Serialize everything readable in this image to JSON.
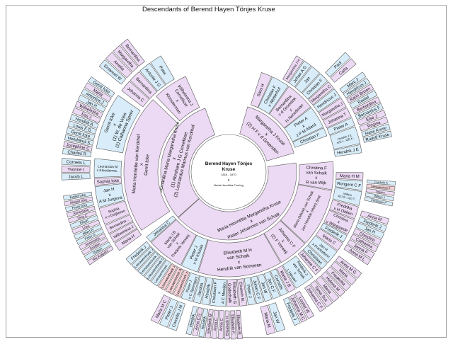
{
  "title": "Descendants of Berend Hayen Tönjes Kruse",
  "center": {
    "name_lines": [
      "Berend Hayen Tönjes",
      "Kruse"
    ],
    "dates": "1816 - 1870",
    "x": "x",
    "spouse": "Maria Hendrika Fooring"
  },
  "colors": {
    "f": "#ecd9f3",
    "m": "#d8edf9",
    "r": "#f6d3d9"
  },
  "groups": [
    {
      "id": "g1_left",
      "generation": 1,
      "persons": [
        {
          "lines": [
            "Bernardina Maria Margaretha Kruse",
            "x",
            "(1) Abraham J G Cornelisse",
            "(2) Leonardus Marinus van Kerckhof"
          ],
          "sex": "f"
        }
      ]
    },
    {
      "id": "g1_tr",
      "generation": 1,
      "persons": [
        {
          "lines": [
            "Margaretha J Kruse",
            "x",
            "(2) H F v d Groenden"
          ],
          "sex": "f"
        }
      ]
    },
    {
      "id": "g1_bottom",
      "generation": 1,
      "persons": [
        {
          "lines": [
            "Maria Henriëtta Margaretha Kruse",
            "x",
            "Pieter Johannes van Schaik"
          ],
          "sex": "f"
        }
      ]
    },
    {
      "id": "g2_left",
      "generation": 2,
      "persons": [
        {
          "lines": [
            "Maria Henriette van Kerckhof",
            "x",
            "Gerrit Icke"
          ],
          "sex": "f"
        }
      ]
    },
    {
      "id": "g2_tl",
      "generation": 2,
      "persons": [
        {
          "lines": [
            "Wilhelmina J",
            "Cornelisse",
            "x",
            "Kloosterman"
          ],
          "sex": "f"
        }
      ]
    },
    {
      "id": "g2_tr",
      "generation": 2,
      "persons": [
        {
          "lines": [
            "Sara H"
          ],
          "sex": "f"
        },
        {
          "lines": [
            "Christian F",
            "x Wetterhof"
          ],
          "sex": "m"
        },
        {
          "lines": [
            "Bernardina",
            "v d Groenink",
            "x",
            "H Noordman"
          ],
          "sex": "f"
        },
        {
          "lines": [
            "Pieter A",
            "x",
            "J P M Allard"
          ],
          "sex": "m"
        },
        {
          "lines": [
            "Christian F"
          ],
          "sex": "m"
        }
      ]
    },
    {
      "id": "g2_right",
      "generation": 2,
      "persons": [
        {
          "lines": [
            "Christina F",
            "van Schaik",
            "x",
            "R van Wijk"
          ],
          "sex": "f"
        },
        {
          "lines": [
            "Maria (Marie) van Schaik",
            "x",
            "Jan Hendrik (Hein) Smit"
          ],
          "sex": "f"
        },
        {
          "lines": [
            "Johanna C F",
            "x",
            "(2) F Verweij"
          ],
          "sex": "f"
        },
        {
          "lines": [
            "Elisabeth M H",
            "van Schaik",
            "x",
            "Hendrik van Someren"
          ],
          "sex": "f"
        },
        {
          "lines": [
            "Pieter J",
            "x M Kruisin"
          ],
          "sex": "m"
        },
        {
          "lines": [
            "Maria J B",
            "van Schaik",
            "x",
            "Frederik Verweij"
          ],
          "sex": "f"
        },
        {
          "lines": [
            "Johanna C"
          ],
          "sex": "m"
        }
      ]
    },
    {
      "id": "g3_tr",
      "generation": 3,
      "persons": [
        {
          "lines": [
            "Margaretha J H"
          ],
          "sex": "f"
        },
        {
          "lines": [
            "Johan A G"
          ],
          "sex": "m"
        },
        {
          "lines": [
            "Jan"
          ],
          "sex": "m"
        },
        {
          "lines": [
            "Christian F"
          ],
          "sex": "m"
        },
        {
          "lines": [
            "Margaretha C"
          ],
          "sex": "f"
        },
        {
          "lines": [
            "Hendricus J"
          ],
          "sex": "m"
        },
        {
          "lines": [
            "Margaretha J"
          ],
          "sex": "f"
        },
        {
          "lines": [
            "Johanna T"
          ],
          "sex": "f"
        },
        {
          "lines": [
            "Pieter A"
          ],
          "sex": "m"
        },
        {
          "lines": [
            "Hendrik J E",
            "x(1) v.. x(2) K.."
          ],
          "sex": "m"
        },
        {
          "lines": [
            "Hendrik J E"
          ],
          "sex": "m"
        }
      ]
    },
    {
      "id": "g3_right",
      "generation": 3,
      "persons": [
        {
          "lines": [
            "Maria H M"
          ],
          "sex": "f"
        },
        {
          "lines": [
            "Rongent C F"
          ],
          "sex": "m"
        },
        {
          "lines": [
            "Willem",
            "x(1) B.. x(2) T.."
          ],
          "sex": "m"
        },
        {
          "lines": [
            "Fredrika",
            "x H Okken"
          ],
          "sex": "f"
        },
        {
          "lines": [
            "Christina",
            "x",
            "v Wijngaarde"
          ],
          "sex": "f"
        },
        {
          "lines": [
            "Frederik J"
          ],
          "sex": "m"
        },
        {
          "lines": [
            "Maria C"
          ],
          "sex": "f"
        },
        {
          "lines": [
            "Jan H",
            "x Frankefoort"
          ],
          "sex": "m"
        },
        {
          "lines": [
            "Christiaan"
          ],
          "sex": "m"
        },
        {
          "lines": [
            "Johanna C F"
          ],
          "sex": "f"
        }
      ]
    },
    {
      "id": "g3_bottom",
      "generation": 3,
      "persons": [
        {
          "lines": [
            "Frederik J",
            "van Schaik",
            "x",
            "L Hersen"
          ],
          "sex": "m"
        },
        {
          "lines": [
            "Maria J B"
          ],
          "sex": "f"
        },
        {
          "lines": [
            "Cornelis"
          ],
          "sex": "m"
        },
        {
          "lines": [
            "Jan C F"
          ],
          "sex": "m"
        },
        {
          "lines": [
            "Jan W"
          ],
          "sex": "m"
        },
        {
          "lines": [
            "Johan C F"
          ],
          "sex": "m"
        },
        {
          "lines": [
            "Peter J"
          ],
          "sex": "m"
        },
        {
          "lines": [
            "Elisabeth M.."
          ],
          "sex": "f"
        },
        {
          "lines": [
            "Elisabeth G",
            "Godschalk"
          ],
          "sex": "f"
        },
        {
          "lines": [
            "Christiaan F",
            "x",
            "A C Mooijen"
          ],
          "sex": "m"
        },
        {
          "lines": [
            "Hendrik"
          ],
          "sex": "m"
        },
        {
          "lines": [
            "Jacoba"
          ],
          "sex": "m"
        },
        {
          "lines": [
            "Pieter J",
            "x C Sprengers"
          ],
          "sex": "m"
        },
        {
          "lines": [
            "Leeuwenhoek x"
          ],
          "sex": "r"
        },
        {
          "lines": [
            "Leeuwenhoek A"
          ],
          "sex": "r"
        },
        {
          "lines": [
            "Leeuwenhoek x"
          ],
          "sex": "r"
        },
        {
          "lines": [
            "Leeuwenhoek .."
          ],
          "sex": "m"
        },
        {
          "lines": [
            "Leeuwenhoek C"
          ],
          "sex": "m"
        },
        {
          "lines": [
            "Leeuwenhoek J"
          ],
          "sex": "m"
        },
        {
          "lines": [
            "Leeuwenhoek J"
          ],
          "sex": "m"
        },
        {
          "lines": [
            "Frederik J"
          ],
          "sex": "m"
        }
      ]
    },
    {
      "id": "g3_left",
      "generation": 3,
      "persons": [
        {
          "lines": [
            "Maria H"
          ],
          "sex": "f"
        },
        {
          "lines": [
            "Wilhelmina J"
          ],
          "sex": "f"
        },
        {
          "lines": [
            "Bernardina .."
          ],
          "sex": "f"
        },
        {
          "lines": [
            "Sophia",
            "x v Duijkeren"
          ],
          "sex": "f"
        },
        {
          "lines": [
            "Jan H",
            "x",
            "A M Jurgens"
          ],
          "sex": "m"
        },
        {
          "lines": [
            "Sophia Icke"
          ],
          "sex": "f"
        },
        {
          "lines": [
            "Leonardus M",
            "x Kloosterma.."
          ],
          "sex": "m"
        }
      ]
    },
    {
      "id": "g3_left2",
      "generation": 3,
      "persons": [
        {
          "lines": [
            "Gerrit Icke",
            "x",
            "(1) W. de Vries",
            "(2) Catharina Spoor"
          ],
          "sex": "m"
        }
      ]
    },
    {
      "id": "g3_tl",
      "generation": 3,
      "persons": [
        {
          "lines": [
            "Johanna C"
          ],
          "sex": "f"
        },
        {
          "lines": [
            "Bernardina"
          ],
          "sex": "f"
        },
        {
          "lines": [
            "Antonie J G"
          ],
          "sex": "m"
        },
        {
          "lines": [
            "Peter"
          ],
          "sex": "m"
        }
      ]
    },
    {
      "id": "g4_tl",
      "generation": 4,
      "persons": [
        {
          "lines": [
            "Emanuel W"
          ],
          "sex": "m"
        },
        {
          "lines": [
            "Amelia"
          ],
          "sex": "f"
        },
        {
          "lines": [
            "Margaretha"
          ],
          "sex": "f"
        },
        {
          "lines": [
            "Bernardina"
          ],
          "sex": "f"
        }
      ]
    },
    {
      "id": "g4_left1",
      "generation": 4,
      "persons": [
        {
          "lines": [
            "Charles R"
          ],
          "sex": "m"
        },
        {
          "lines": [
            "Jozéphine C"
          ],
          "sex": "f"
        },
        {
          "lines": [
            "Hendrikus K"
          ],
          "sex": "m"
        },
        {
          "lines": [
            "Gerrit Icke"
          ],
          "sex": "m"
        },
        {
          "lines": [
            "Louis F G"
          ],
          "sex": "m"
        },
        {
          "lines": [
            "Hendrik A"
          ],
          "sex": "m"
        },
        {
          "lines": [
            "Ess J"
          ],
          "sex": "f"
        },
        {
          "lines": [
            "Wilhelmina"
          ],
          "sex": "f"
        },
        {
          "lines": [
            "Jan H"
          ],
          "sex": "m"
        },
        {
          "lines": [
            "Antonius J"
          ],
          "sex": "m"
        },
        {
          "lines": [
            "Maria"
          ],
          "sex": "f"
        },
        {
          "lines": [
            "Gerrit Icke"
          ],
          "sex": "m"
        }
      ]
    },
    {
      "id": "g4_left2",
      "generation": 4,
      "persons": [
        {
          "lines": [
            "Jacob L"
          ],
          "sex": "m"
        },
        {
          "lines": [
            "Yvonne I"
          ],
          "sex": "f"
        },
        {
          "lines": [
            "Cornelis L"
          ],
          "sex": "m"
        }
      ]
    },
    {
      "id": "g4_left3",
      "generation": 4,
      "persons": [
        {
          "lines": [
            "Ria Kuijpers"
          ],
          "sex": "f"
        },
        {
          "lines": [
            "Robert"
          ],
          "sex": "m"
        },
        {
          "lines": [
            "Evelien"
          ],
          "sex": "f"
        },
        {
          "lines": [
            "Annemarie"
          ],
          "sex": "f"
        },
        {
          "lines": [
            "Peter G"
          ],
          "sex": "m"
        },
        {
          "lines": [
            "Albert H"
          ],
          "sex": "m"
        },
        {
          "lines": [
            "Loes"
          ],
          "sex": "f"
        },
        {
          "lines": [
            "Elbert"
          ],
          "sex": "m"
        },
        {
          "lines": [
            "Dina C"
          ],
          "sex": "f"
        },
        {
          "lines": [
            "Annemarie"
          ],
          "sex": "f"
        },
        {
          "lines": [
            "Frank Icke"
          ],
          "sex": "m"
        },
        {
          "lines": [
            "Marjan Icke"
          ],
          "sex": "f"
        },
        {
          "lines": [
            "Ewald Icke"
          ],
          "sex": "m"
        }
      ]
    },
    {
      "id": "g4_tr1",
      "generation": 4,
      "persons": [
        {
          "lines": [
            "Paul"
          ],
          "sex": "m"
        },
        {
          "lines": [
            "Carla"
          ],
          "sex": "f"
        }
      ]
    },
    {
      "id": "g4_tr2",
      "generation": 4,
      "persons": [
        {
          "lines": [
            "Marc J"
          ],
          "sex": "m"
        },
        {
          "lines": [
            "Hendricus J"
          ],
          "sex": "m"
        },
        {
          "lines": [
            "Karin Brown"
          ],
          "sex": "f"
        },
        {
          "lines": [
            "Roelof"
          ],
          "sex": "m"
        },
        {
          "lines": [
            "Bernardina"
          ],
          "sex": "f"
        },
        {
          "lines": [
            "Bernardus F"
          ],
          "sex": "m"
        },
        {
          "lines": [
            "Else J"
          ],
          "sex": "f"
        },
        {
          "lines": [
            "Regina"
          ],
          "sex": "f"
        },
        {
          "lines": [
            "Hans Kruse"
          ],
          "sex": "m"
        },
        {
          "lines": [
            "Rudolf Kruse"
          ],
          "sex": "m"
        }
      ]
    },
    {
      "id": "g4_r1",
      "generation": 4,
      "persons": [
        {
          "lines": [
            "Frederik A"
          ],
          "sex": "m"
        },
        {
          "lines": [
            "Leeuwenloos K"
          ],
          "sex": "r"
        },
        {
          "lines": [
            "Tatjana"
          ],
          "sex": "f"
        },
        {
          "lines": [
            "Willem J"
          ],
          "sex": "m"
        },
        {
          "lines": [
            "Christiaan F"
          ],
          "sex": "m"
        }
      ]
    },
    {
      "id": "g4_r2",
      "generation": 4,
      "persons": [
        {
          "lines": [
            "Anna M"
          ],
          "sex": "f"
        },
        {
          "lines": [
            "Frederik J"
          ],
          "sex": "m"
        },
        {
          "lines": [
            "Jan H"
          ],
          "sex": "m"
        },
        {
          "lines": [
            "Christina"
          ],
          "sex": "f"
        },
        {
          "lines": [
            "Catharina"
          ],
          "sex": "f"
        },
        {
          "lines": [
            "Janna F"
          ],
          "sex": "f"
        },
        {
          "lines": [
            "Anna M L"
          ],
          "sex": "f"
        }
      ]
    },
    {
      "id": "g4_r3",
      "generation": 4,
      "persons": [
        {
          "lines": [
            "Anna M G"
          ],
          "sex": "f"
        },
        {
          "lines": [
            "Maria"
          ],
          "sex": "f"
        },
        {
          "lines": [
            "Frederika"
          ],
          "sex": "f"
        },
        {
          "lines": [
            "Helena M"
          ],
          "sex": "f"
        },
        {
          "lines": [
            "Maria"
          ],
          "sex": "f"
        },
        {
          "lines": [
            "Tania Sus"
          ],
          "sex": "f"
        },
        {
          "lines": [
            "Johanna C F"
          ],
          "sex": "f"
        }
      ]
    },
    {
      "id": "g4_r4",
      "generation": 4,
      "persons": [
        {
          "lines": [
            "Louise W"
          ],
          "sex": "f"
        },
        {
          "lines": [
            "Johanna M C"
          ],
          "sex": "f"
        },
        {
          "lines": [
            "Frederik J"
          ],
          "sex": "m"
        }
      ]
    },
    {
      "id": "g4_r5",
      "generation": 4,
      "persons": [
        {
          "lines": [
            "Jan W"
          ],
          "sex": "m"
        },
        {
          "lines": [
            "Maria M"
          ],
          "sex": "f"
        }
      ]
    },
    {
      "id": "g4_b1",
      "generation": 4,
      "persons": [
        {
          "lines": [
            "Elisabeth M"
          ],
          "sex": "f"
        },
        {
          "lines": [
            "Elisabeth F.."
          ],
          "sex": "f"
        },
        {
          "lines": [
            "Elisabeth H.."
          ],
          "sex": "f"
        },
        {
          "lines": [
            "Anna C"
          ],
          "sex": "f"
        },
        {
          "lines": [
            "Anna C"
          ],
          "sex": "f"
        },
        {
          "lines": [
            "Elisabeth M"
          ],
          "sex": "f"
        },
        {
          "lines": [
            "Hendrik"
          ],
          "sex": "m"
        },
        {
          "lines": [
            "Anna C G"
          ],
          "sex": "f"
        },
        {
          "lines": [
            "Hendrik"
          ],
          "sex": "m"
        }
      ]
    },
    {
      "id": "g4_b2",
      "generation": 4,
      "persons": [
        {
          "lines": [
            "Cornelis J M"
          ],
          "sex": "m"
        },
        {
          "lines": [
            "Pieter J"
          ],
          "sex": "m"
        },
        {
          "lines": [
            "Maria M C"
          ],
          "sex": "f"
        }
      ]
    }
  ]
}
